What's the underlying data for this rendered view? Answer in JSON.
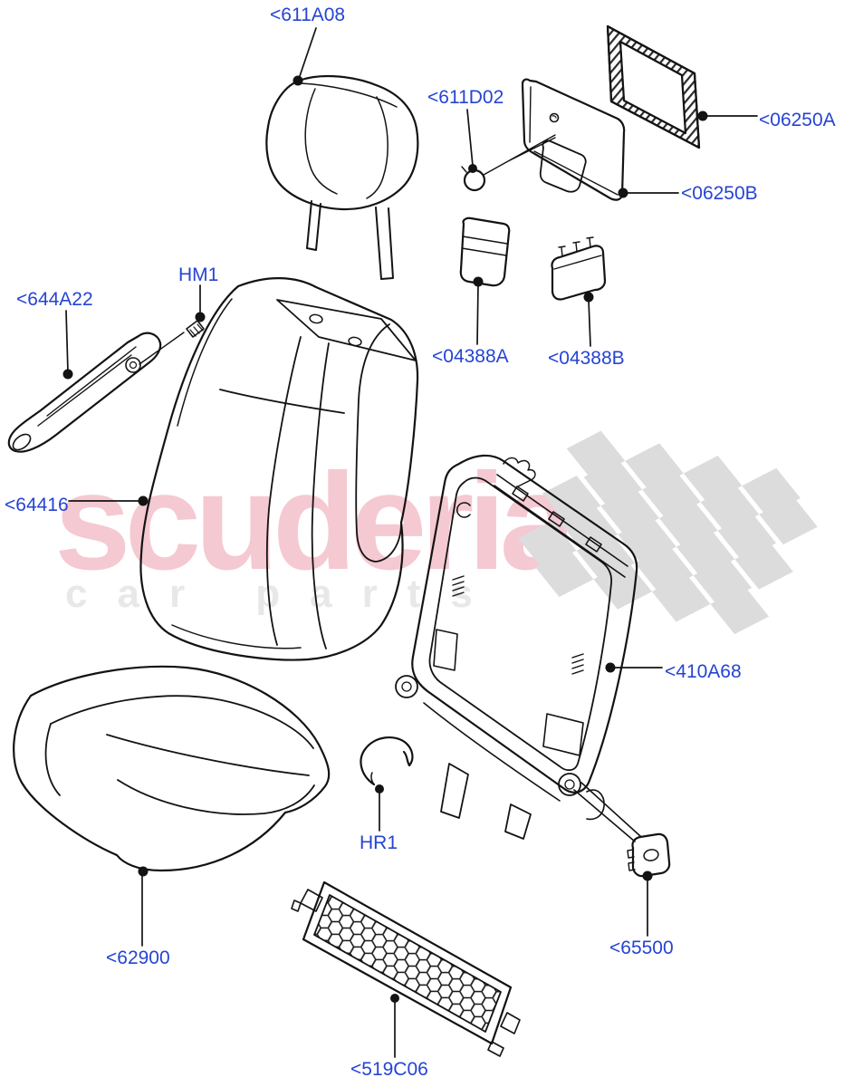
{
  "watermark": {
    "title": "scuderia",
    "subtitle": "car parts",
    "title_color": "#f5c9d2",
    "subtitle_color": "#e8e8e8",
    "checker_color": "#dcdcdc"
  },
  "colors": {
    "label_blue": "#2544d3",
    "line_black": "#131313",
    "background": "#ffffff"
  },
  "labels": {
    "l611A08": {
      "text": "<611A08"
    },
    "l611D02": {
      "text": "<611D02"
    },
    "l06250A": {
      "text": "<06250A"
    },
    "l06250B": {
      "text": "<06250B"
    },
    "l04388A": {
      "text": "<04388A"
    },
    "l04388B": {
      "text": "<04388B"
    },
    "l644A22": {
      "text": "<644A22"
    },
    "lHM1": {
      "text": "HM1"
    },
    "l64416": {
      "text": "<64416"
    },
    "l410A68": {
      "text": "<410A68"
    },
    "lHR1": {
      "text": "HR1"
    },
    "l62900": {
      "text": "<62900"
    },
    "l65500": {
      "text": "<65500"
    },
    "l519C06": {
      "text": "<519C06"
    }
  }
}
